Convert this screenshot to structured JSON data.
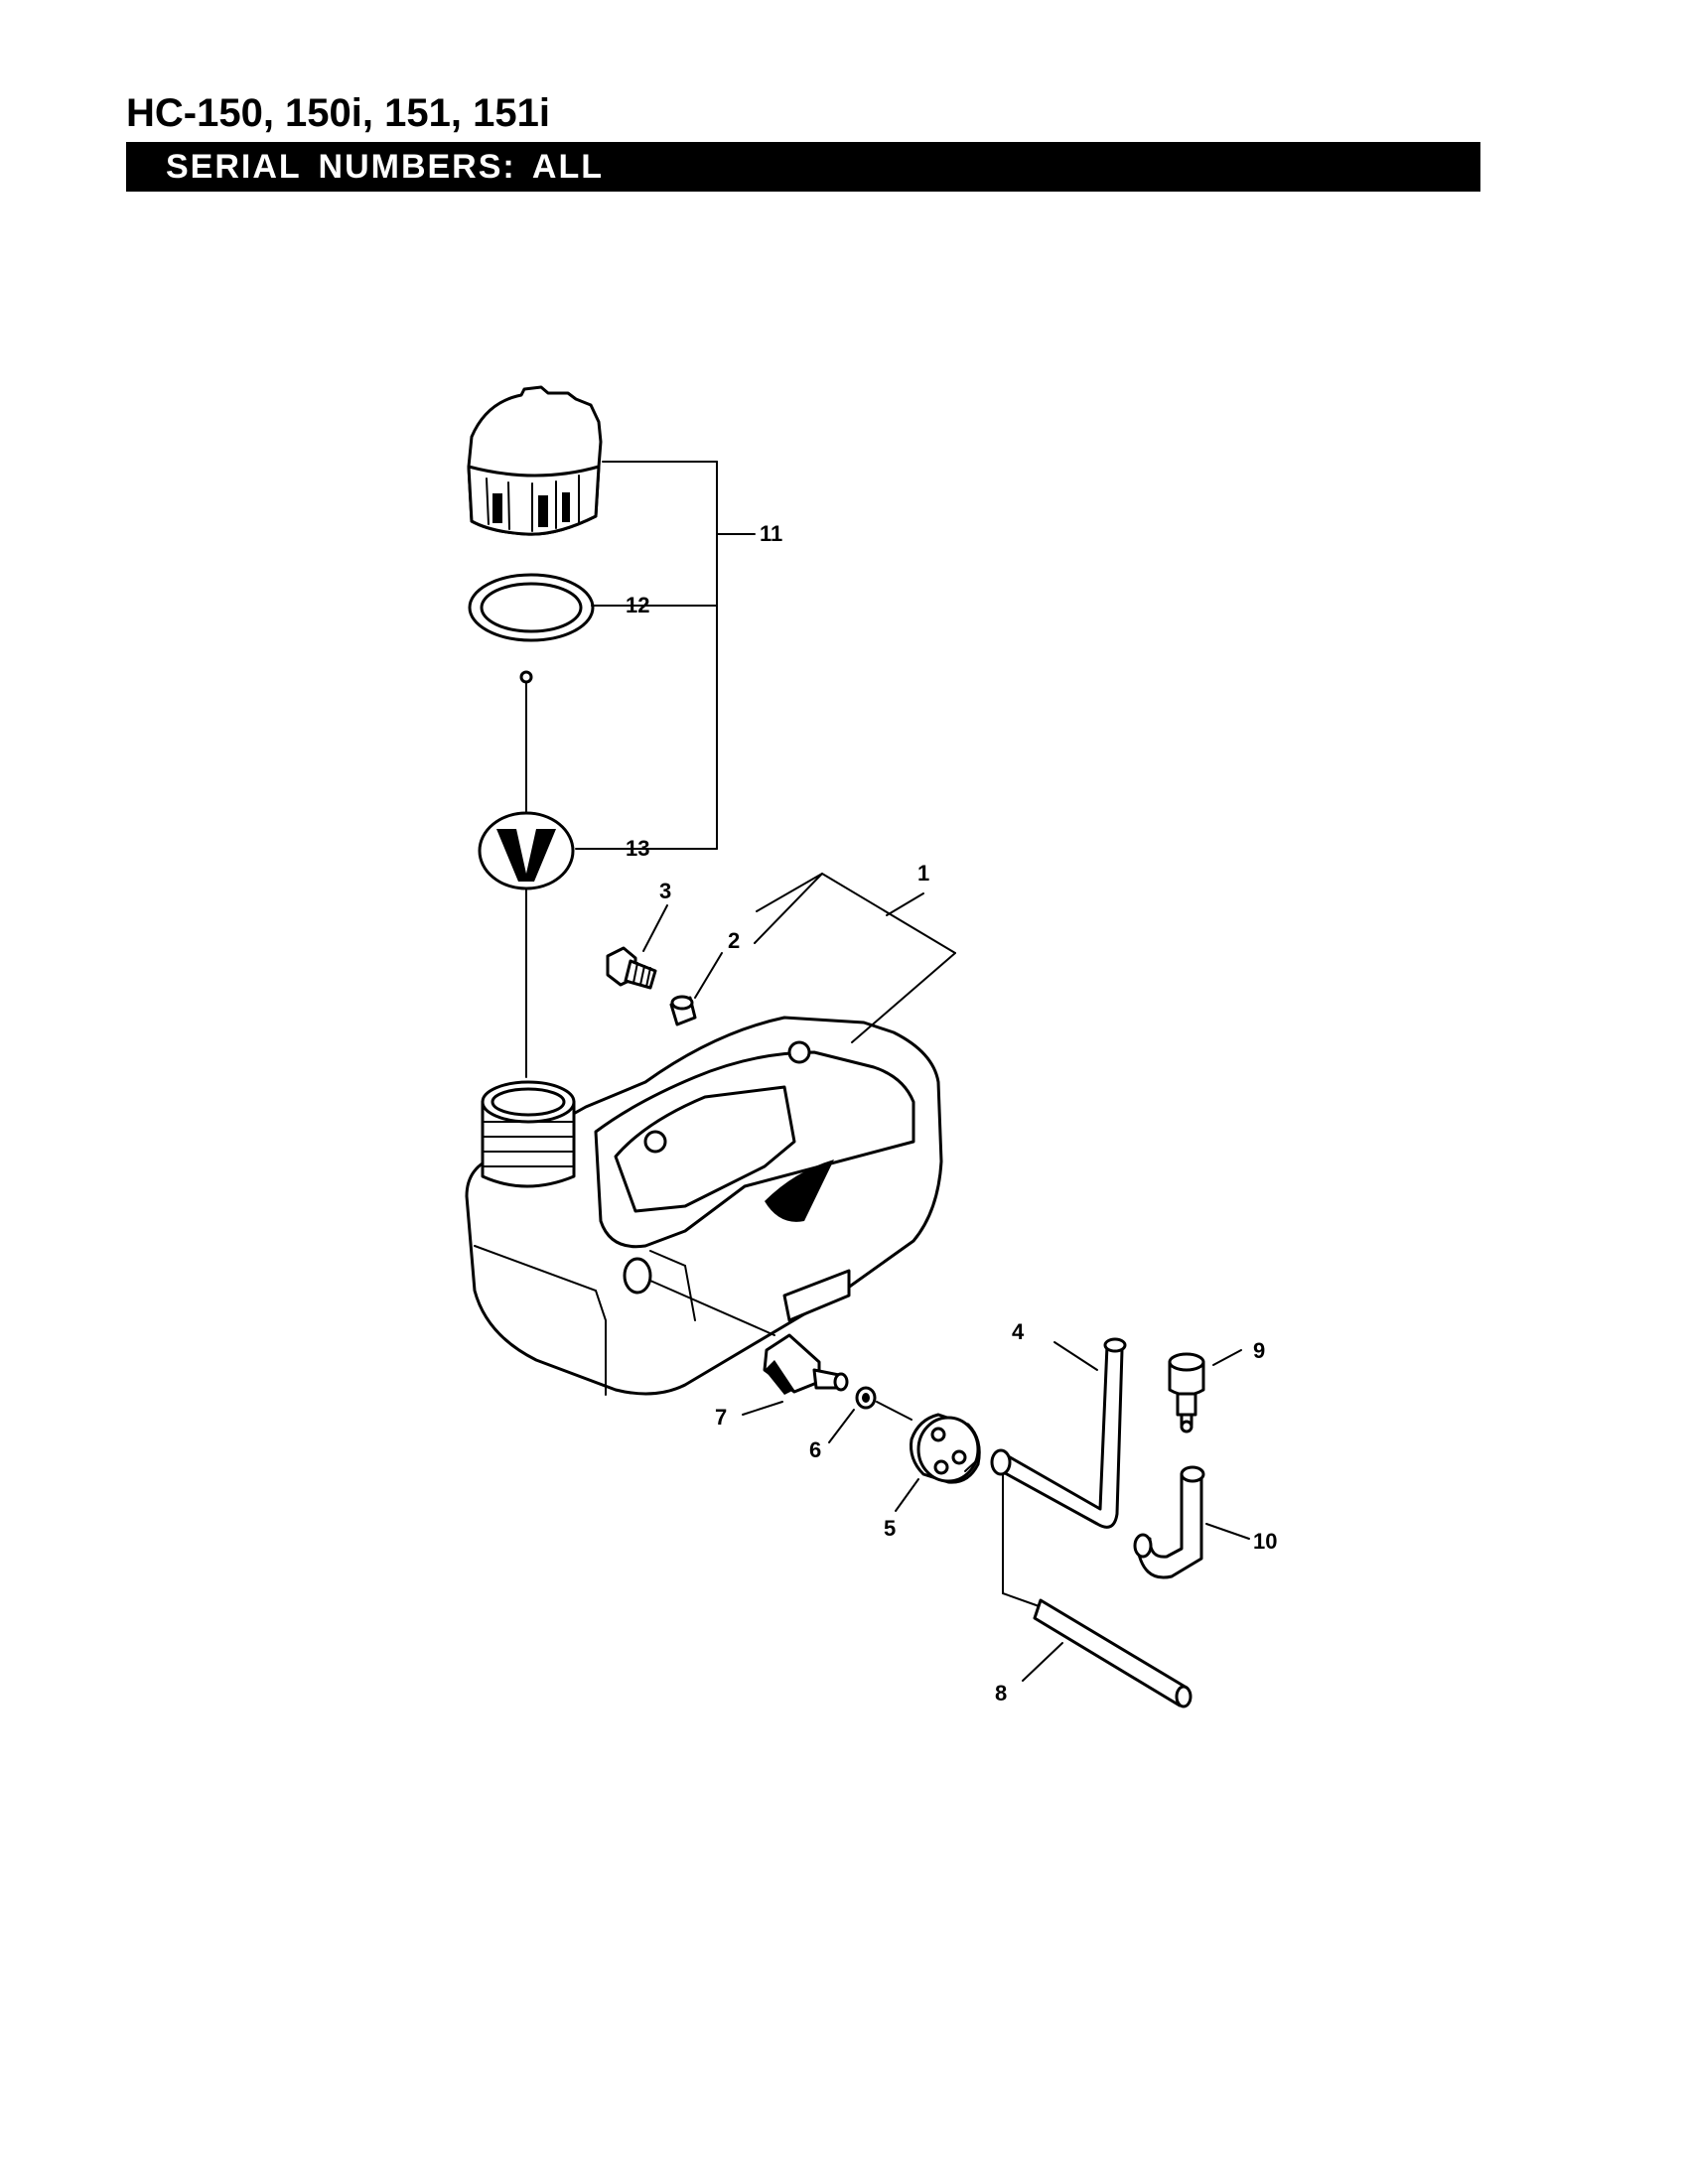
{
  "header": {
    "model_title": "HC-150, 150i, 151, 151i",
    "serial_numbers": "SERIAL  NUMBERS:  ALL"
  },
  "diagram": {
    "callouts": [
      "1",
      "2",
      "3",
      "4",
      "5",
      "6",
      "7",
      "8",
      "9",
      "10",
      "11",
      "12",
      "13"
    ],
    "parts": [
      "fuel-tank",
      "grommet",
      "bolt",
      "vent-pipe",
      "pipe-grommet",
      "washer",
      "fuel-joint",
      "fuel-pipe",
      "air-filter",
      "return-pipe",
      "fuel-cap",
      "cap-gasket",
      "cap-strainer"
    ]
  }
}
